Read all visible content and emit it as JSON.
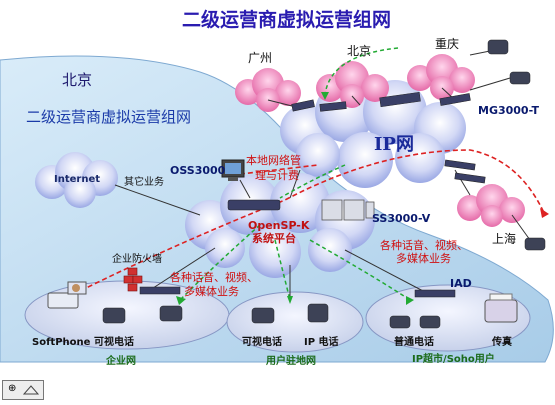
{
  "title": "二级运营商虚拟运营组网",
  "region": "北京",
  "subtitle": "二级运营商虚拟运营组网",
  "cities": {
    "guangzhou": "广州",
    "beijing": "北京",
    "chongqing": "重庆",
    "shanghai": "上海"
  },
  "clouds": {
    "ip": "IP网",
    "internet": "Internet"
  },
  "devices": {
    "mg": "MG3000-T",
    "oss": "OSS3000",
    "ss": "SS3000-V",
    "iad": "IAD",
    "opensp_line1": "OpenSP-K",
    "opensp_line2": "系统平台"
  },
  "labels": {
    "local_mgmt_1": "本地网络管",
    "local_mgmt_2": "理与计费",
    "other_service": "其它业务",
    "firewall": "企业防火墙",
    "media_right_1": "各种话音、视频、",
    "media_right_2": "多媒体业务",
    "media_left_1": "各种话音、视频、",
    "media_left_2": "多媒体业务"
  },
  "endpoints": {
    "softphone": "SoftPhone",
    "videophone_1": "可视电话",
    "videophone_2": "可视电话",
    "ip_phone": "IP 电话",
    "normal_phone": "普通电话",
    "fax": "传真"
  },
  "networks": {
    "enterprise": "企业网",
    "residential": "用户驻地网",
    "soho": "IP超市/Soho用户"
  },
  "nav": {
    "symbol": "⊕"
  }
}
